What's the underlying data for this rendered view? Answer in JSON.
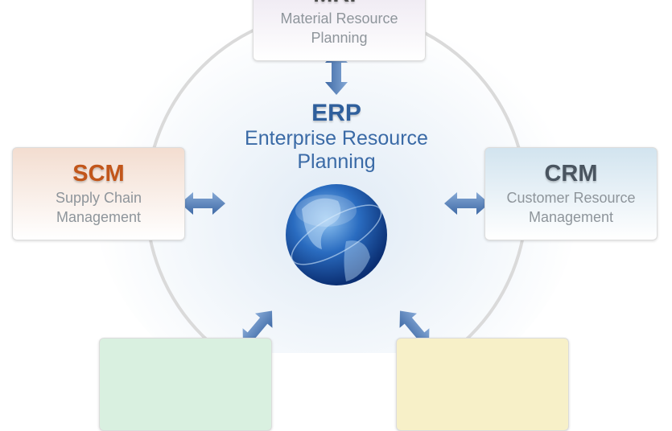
{
  "center": {
    "title": "ERP",
    "subtitle_line1": "Enterprise Resource",
    "subtitle_line2": "Planning"
  },
  "modules": {
    "top": {
      "title": "MRP",
      "line1": "Material Resource",
      "line2": "Planning"
    },
    "left": {
      "title": "SCM",
      "line1": "Supply Chain",
      "line2": "Management"
    },
    "right": {
      "title": "CRM",
      "line1": "Customer Resource",
      "line2": "Management"
    }
  },
  "colors": {
    "scm_title": "#c2561a",
    "erp_title": "#2f5f9c",
    "arrow": "#5d86bb",
    "ring": "#d9d9d9"
  }
}
